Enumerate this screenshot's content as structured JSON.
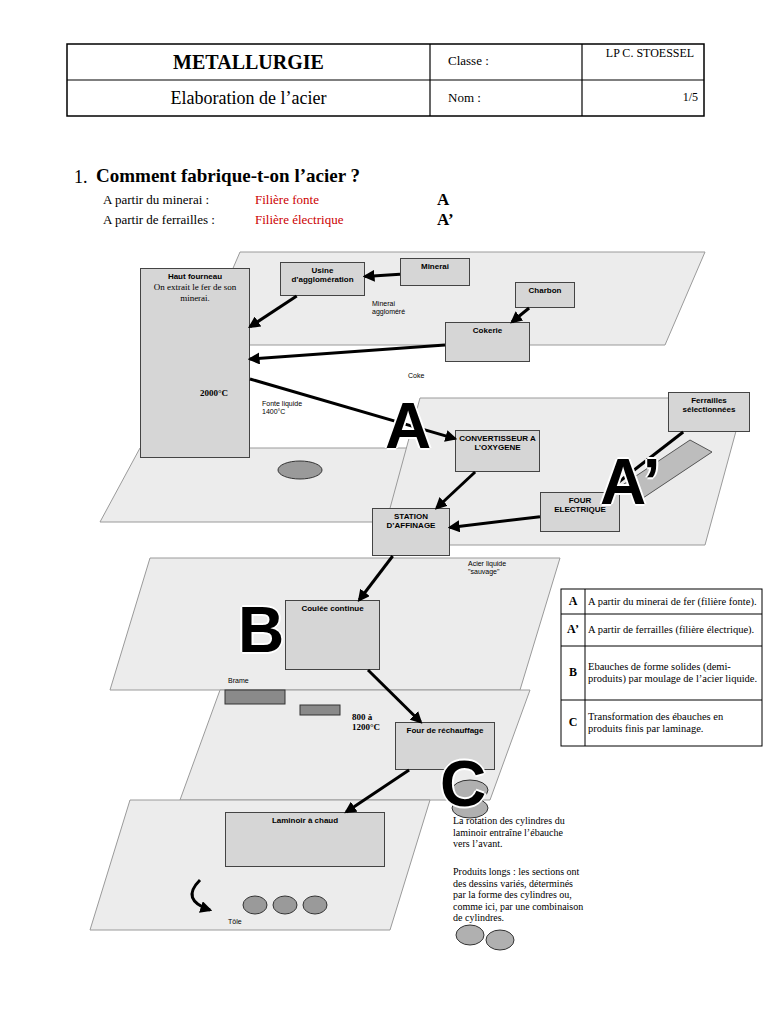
{
  "diagram": {
    "nodes": [
      {
        "text": [
          "Minerai"
        ]
      },
      {
        "text": [
          "Usine d’agglomération"
        ]
      },
      {
        "text": [
          "Charbon"
        ]
      },
      {
        "text": [
          "Cokerie"
        ]
      },
      {
        "text": [
          "Haut fourneau",
          "On extrait le fer de son minerai."
        ]
      },
      {
        "text": [
          "Ferrailles sélectionnées"
        ]
      },
      {
        "text": [
          "CONVERTISSEUR A L’OXYGENE"
        ]
      },
      {
        "text": [
          "FOUR ELECTRIQUE"
        ]
      },
      {
        "text": [
          "STATION D’AFFINAGE"
        ]
      },
      {
        "text": [
          "Coulée continue"
        ]
      },
      {
        "text": [
          "Four de réchauffage"
        ]
      },
      {
        "text": [
          "Laminoir à chaud"
        ]
      }
    ],
    "edges": [
      {
        "from": 0,
        "to": 1,
        "arrow": "to"
      },
      {
        "from": 1,
        "to": 4,
        "arrow": "to"
      },
      {
        "from": 2,
        "to": 3,
        "arrow": "to"
      },
      {
        "from": 3,
        "to": 4,
        "arrow": "to"
      },
      {
        "from": 4,
        "to": 6,
        "arrow": "to"
      },
      {
        "from": 5,
        "to": 7,
        "arrow": "to"
      },
      {
        "from": 6,
        "to": 8,
        "arrow": "to"
      },
      {
        "from": 7,
        "to": 8,
        "arrow": "to"
      },
      {
        "from": 8,
        "to": 9,
        "arrow": "to"
      },
      {
        "from": 9,
        "to": 10,
        "arrow": "to"
      },
      {
        "from": 10,
        "to": 11,
        "arrow": "to"
      }
    ],
    "labels": [
      "METALLURGIE",
      "Classe :",
      "LP C. STOESSEL",
      "Elaboration de l’acier",
      "Nom :",
      "1/5",
      "1.",
      "Comment fabrique-t-on l’acier ?",
      "A partir du minerai :",
      "Filière fonte",
      "A",
      "A partir de ferrailles :",
      "Filière électrique",
      "A’",
      "2000°C",
      "Fonte liquide 1400°C",
      "Coke",
      "Minerai aggloméré",
      "A",
      "A’",
      "Acier liquide \"sauvage\"",
      "B",
      "Brame",
      "800 à 1200°C",
      "C",
      "Tôle",
      "La rotation des cylindres du laminoir entraîne l’ébauche vers l’avant.",
      "Produits longs : les sections ont des dessins variés, déterminés par la forme des cylindres ou, comme ici, par une combinaison de cylindres.",
      "A",
      "A partir du minerai de fer (filière fonte).",
      "A’",
      "A partir de ferrailles (filière électrique).",
      "B",
      "Ebauches de forme solides (demi-produits) par moulage de l’acier liquide.",
      "C",
      "Transformation des ébauches en produits finis par laminage."
    ]
  }
}
